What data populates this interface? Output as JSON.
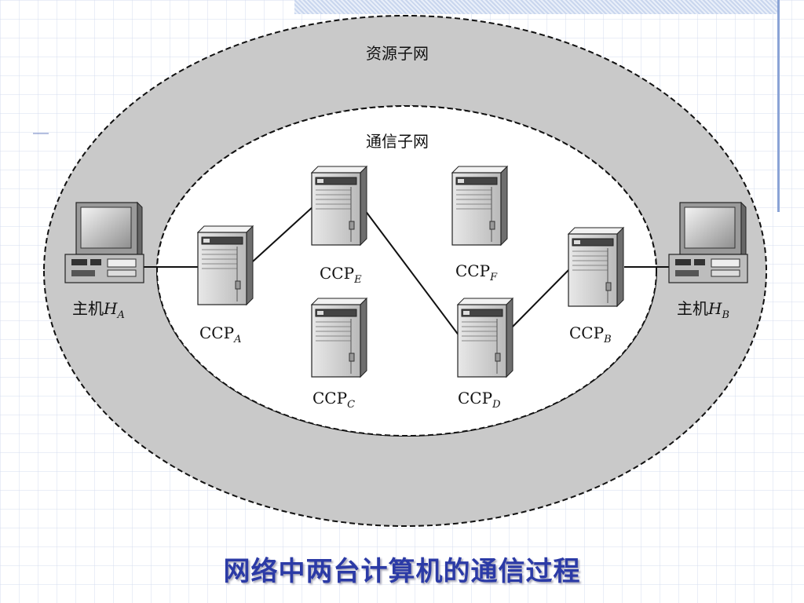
{
  "diagram": {
    "outer_label": "资源子网",
    "inner_label": "通信子网",
    "host_a": {
      "prefix": "主机",
      "var": "H",
      "sub": "A"
    },
    "host_b": {
      "prefix": "主机",
      "var": "H",
      "sub": "B"
    },
    "nodes": {
      "ccp_a": {
        "base": "CCP",
        "sub": "A"
      },
      "ccp_b": {
        "base": "CCP",
        "sub": "B"
      },
      "ccp_c": {
        "base": "CCP",
        "sub": "C"
      },
      "ccp_d": {
        "base": "CCP",
        "sub": "D"
      },
      "ccp_e": {
        "base": "CCP",
        "sub": "E"
      },
      "ccp_f": {
        "base": "CCP",
        "sub": "F"
      }
    },
    "colors": {
      "ring": "#c9c9c9",
      "title": "#2b3aa6",
      "grid": "#d6dcef"
    }
  },
  "slide": {
    "title": "网络中两台计算机的通信过程"
  }
}
